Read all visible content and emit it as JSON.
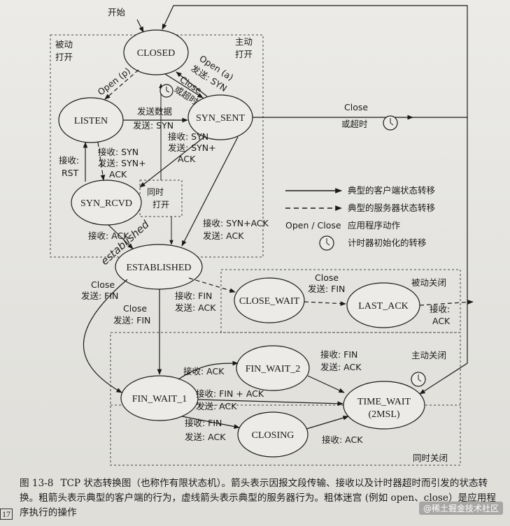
{
  "diagram": {
    "states": {
      "closed": "CLOSED",
      "listen": "LISTEN",
      "syn_sent": "SYN_SENT",
      "syn_rcvd": "SYN_RCVD",
      "established": "ESTABLISHED",
      "close_wait": "CLOSE_WAIT",
      "last_ack": "LAST_ACK",
      "fin_wait_1": "FIN_WAIT_1",
      "fin_wait_2": "FIN_WAIT_2",
      "closing": "CLOSING",
      "time_wait": "TIME_WAIT",
      "time_wait_sub": "(2MSL)"
    },
    "regions": {
      "passive_open": [
        "被动",
        "打开"
      ],
      "active_open": [
        "主动",
        "打开"
      ],
      "passive_close": "被动关闭",
      "active_close": "主动关闭",
      "simultaneous_close": "同时关闭",
      "simultaneous_open": [
        "同时",
        "打开"
      ]
    },
    "labels": {
      "start": "开始",
      "open_p": "Open (p)",
      "open_a": "Open (a)",
      "send_syn_a": "发送: SYN",
      "close": "Close",
      "or_timeout": "或超时",
      "send_data": "发送数据",
      "send_syn": "发送: SYN",
      "recv_syn": "接收: SYN",
      "send_syn_ack": "发送: SYN+",
      "ack": "ACK",
      "recv_syn_left": "接收: SYN",
      "send_syn_ack_left": "发送: SYN+",
      "ack_left": "ACK",
      "recv_rst": "接收:",
      "rst": "RST",
      "close_right": "Close",
      "or_timeout_right": "或超时",
      "recv_ack": "接收: ACK",
      "recv_syn_ack": "接收: SYN+ACK",
      "send_ack": "发送: ACK",
      "est_close": "Close",
      "est_send_fin": "发送: FIN",
      "est_recv_fin": "接收: FIN",
      "est_send_ack": "发送: ACK",
      "est_close2": "Close",
      "est_send_fin2": "发送: FIN",
      "cw_close": "Close",
      "cw_send_fin": "发送: FIN",
      "la_recv": "接收:",
      "la_ack": "ACK",
      "fw1_recv_ack": "接收: ACK",
      "fw2_recv_fin": "接收: FIN",
      "fw2_send_ack": "发送: ACK",
      "fw1_recv_fin_ack": "接收: FIN + ACK",
      "fw1_send_ack": "发送: ACK",
      "fw1_recv_fin": "接收: FIN",
      "fw1_send_ack2": "发送: ACK",
      "closing_recv_ack": "接收: ACK",
      "handwritten": "established"
    },
    "legend": [
      {
        "type": "solid",
        "text": "典型的客户端状态转移"
      },
      {
        "type": "dashed",
        "text": "典型的服务器状态转移"
      },
      {
        "type": "text",
        "key": "Open / Close",
        "text": "应用程序动作"
      },
      {
        "type": "timer",
        "text": "计时器初始化的转移"
      }
    ]
  },
  "caption": {
    "figure": "图 13-8",
    "text": "TCP 状态转换图（也称作有限状态机）。箭头表示因报文段传输、接收以及计时器超时而引发的状态转换。粗箭头表示典型的客户端的行为，虚线箭头表示典型的服务器行为。粗体迷宫 (例如 open、close）是应用程序执行的操作"
  },
  "page_number": "17",
  "watermark": "@稀土掘金技术社区"
}
